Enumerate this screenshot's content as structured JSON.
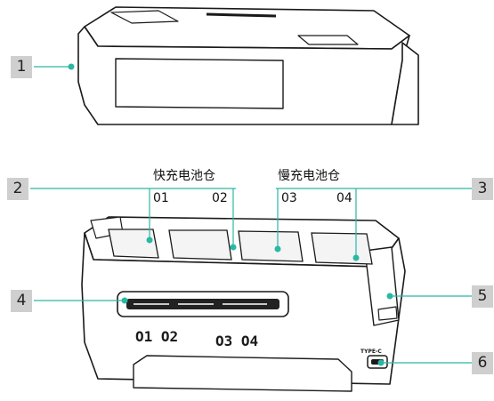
{
  "callouts": [
    {
      "id": "1",
      "label": "1"
    },
    {
      "id": "2",
      "label": "2"
    },
    {
      "id": "3",
      "label": "3"
    },
    {
      "id": "4",
      "label": "4"
    },
    {
      "id": "5",
      "label": "5"
    },
    {
      "id": "6",
      "label": "6"
    }
  ],
  "groups": {
    "fast": "快充电池仓",
    "slow": "慢充电池仓"
  },
  "slots": [
    "01",
    "02",
    "03",
    "04"
  ],
  "case_markings": {
    "slot_numbers_left": "O1 O2",
    "slot_numbers_right": "O3 O4",
    "port_label": "TYPE-C"
  },
  "colors": {
    "leader": "#2bb8a3",
    "label_bg": "#cfcfcf",
    "outline": "#1a1a1a"
  }
}
